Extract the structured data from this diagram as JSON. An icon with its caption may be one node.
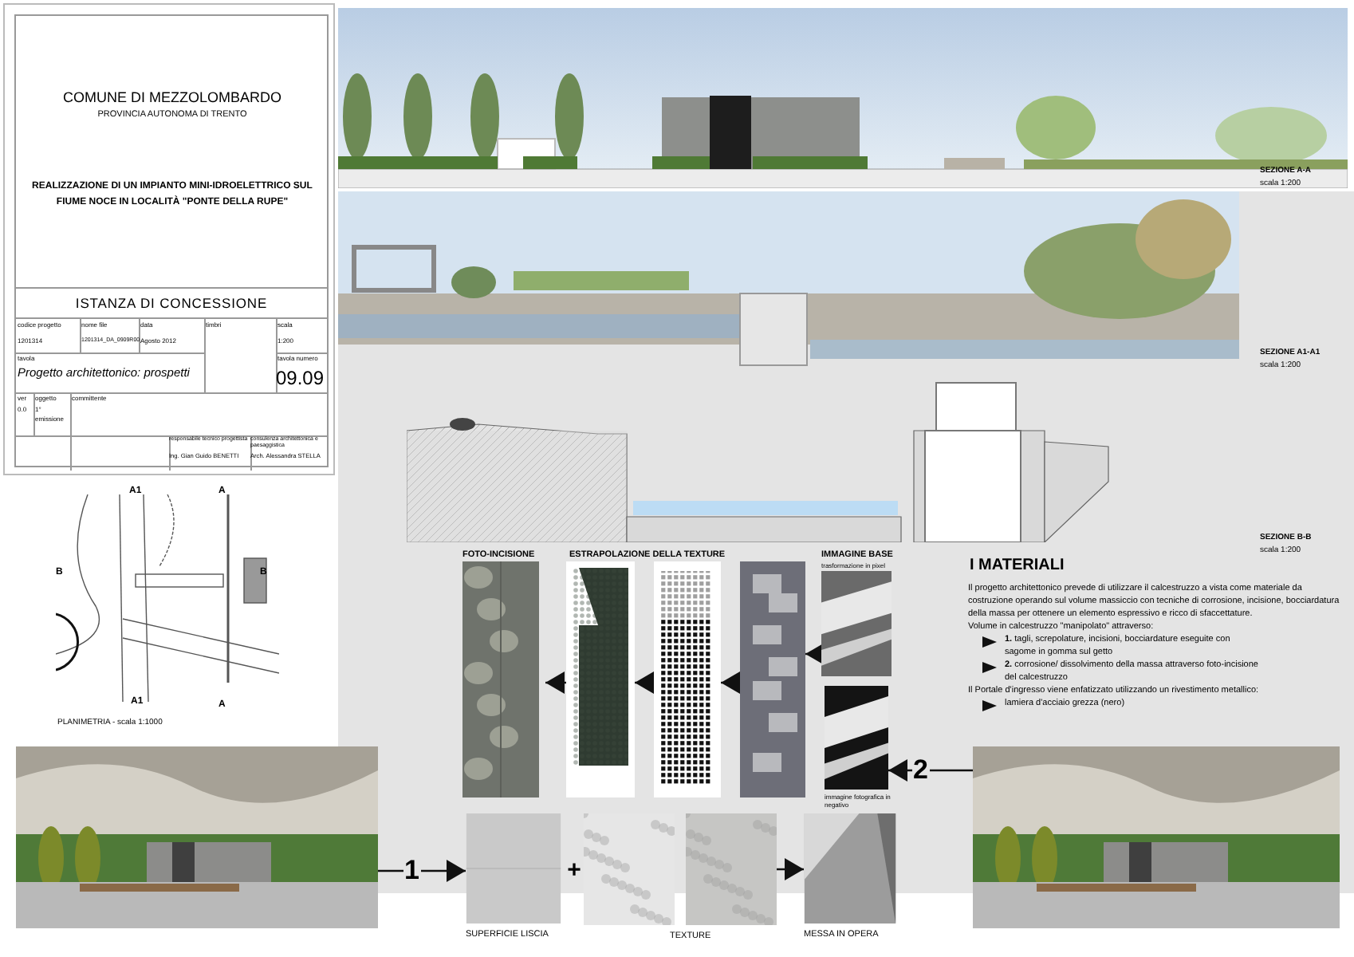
{
  "diagram": {
    "nodes": [
      {
        "text": [
          "FOTO-INCISIONE"
        ]
      },
      {
        "text": [],
        "shape": "picture"
      },
      {
        "text": [],
        "shape": "picture"
      },
      {
        "text": [],
        "shape": "picture"
      },
      {
        "text": [
          "IMMAGINE BASE"
        ],
        "beside": [
          "trasformazione in pixel"
        ]
      },
      {
        "text": [],
        "shape": "picture",
        "beside": [
          "immagine fotografica in negativo"
        ]
      },
      {
        "text": [
          "SUPERFICIE LISCIA"
        ]
      },
      {
        "text": [],
        "shape": "picture"
      },
      {
        "text": [],
        "shape": "picture"
      },
      {
        "text": [
          "MESSA IN OPERA"
        ]
      },
      {
        "text": [],
        "shape": "picture"
      },
      {
        "text": [],
        "shape": "picture"
      }
    ],
    "edges": [
      {
        "from": 1,
        "to": 0,
        "arrow": "to"
      },
      {
        "from": 2,
        "to": 1,
        "arrow": "to"
      },
      {
        "from": 3,
        "to": 2,
        "arrow": "to"
      },
      {
        "from": 4,
        "to": 3,
        "arrow": "to"
      },
      {
        "from": 8,
        "to": 9,
        "arrow": "to"
      },
      {
        "from": 10,
        "to": 6,
        "arrow": "to",
        "label": "1"
      },
      {
        "from": 11,
        "to": 5,
        "arrow": "to",
        "label": "2"
      }
    ],
    "labels": [
      "COMUNE DI MEZZOLOMBARDO",
      "PROVINCIA AUTONOMA DI TRENTO",
      "REALIZZAZIONE DI UN IMPIANTO MINI-IDROELETTRICO SUL FIUME NOCE IN LOCALITÀ \"PONTE DELLA RUPE\"",
      "ISTANZA DI CONCESSIONE",
      "codice progetto",
      "nome file",
      "data",
      "timbri",
      "scala",
      "1201314",
      "1201314_DA_0909R00",
      "Agosto 2012",
      "1:200",
      "tavola",
      "tavola numero",
      "Progetto architettonico: prospetti",
      "09.09",
      "ver",
      "oggetto",
      "committente",
      "0.0",
      "1° emissione",
      "responsabile tecnico progettista",
      "consulenza architettonica e paesaggistica",
      "Ing. Gian Guido BENETTI",
      "Arch. Alessandra STELLA",
      "SEZIONE A-A",
      "scala 1:200",
      "SEZIONE A1-A1",
      "scala 1:200",
      "SEZIONE B-B",
      "scala 1:200",
      "A1",
      "A",
      "B",
      "B",
      "A1",
      "A",
      "PLANIMETRIA - scala 1:1000",
      "ESTRAPOLAZIONE DELLA TEXTURE",
      "I MATERIALI",
      "Il progetto architettonico prevede di utilizzare il calcestruzzo a vista come materiale da costruzione operando sul volume massiccio con tecniche di corrosione, incisione, bocciardatura della massa per ottenere un elemento espressivo e ricco di sfaccettature.",
      "Volume in calcestruzzo \"manipolato\" attraverso:",
      "**1.** tagli, screpolature, incisioni, bocciardature eseguite con sagome in gomma sul getto",
      "**2.** corrosione/ dissolvimento della massa attraverso foto-incisione del calcestruzzo",
      "Il Portale d'ingresso viene enfatizzato utilizzando un rivestimento metallico:",
      "lamiera d'acciaio grezza (nero)",
      "+",
      "TEXTURE"
    ]
  }
}
